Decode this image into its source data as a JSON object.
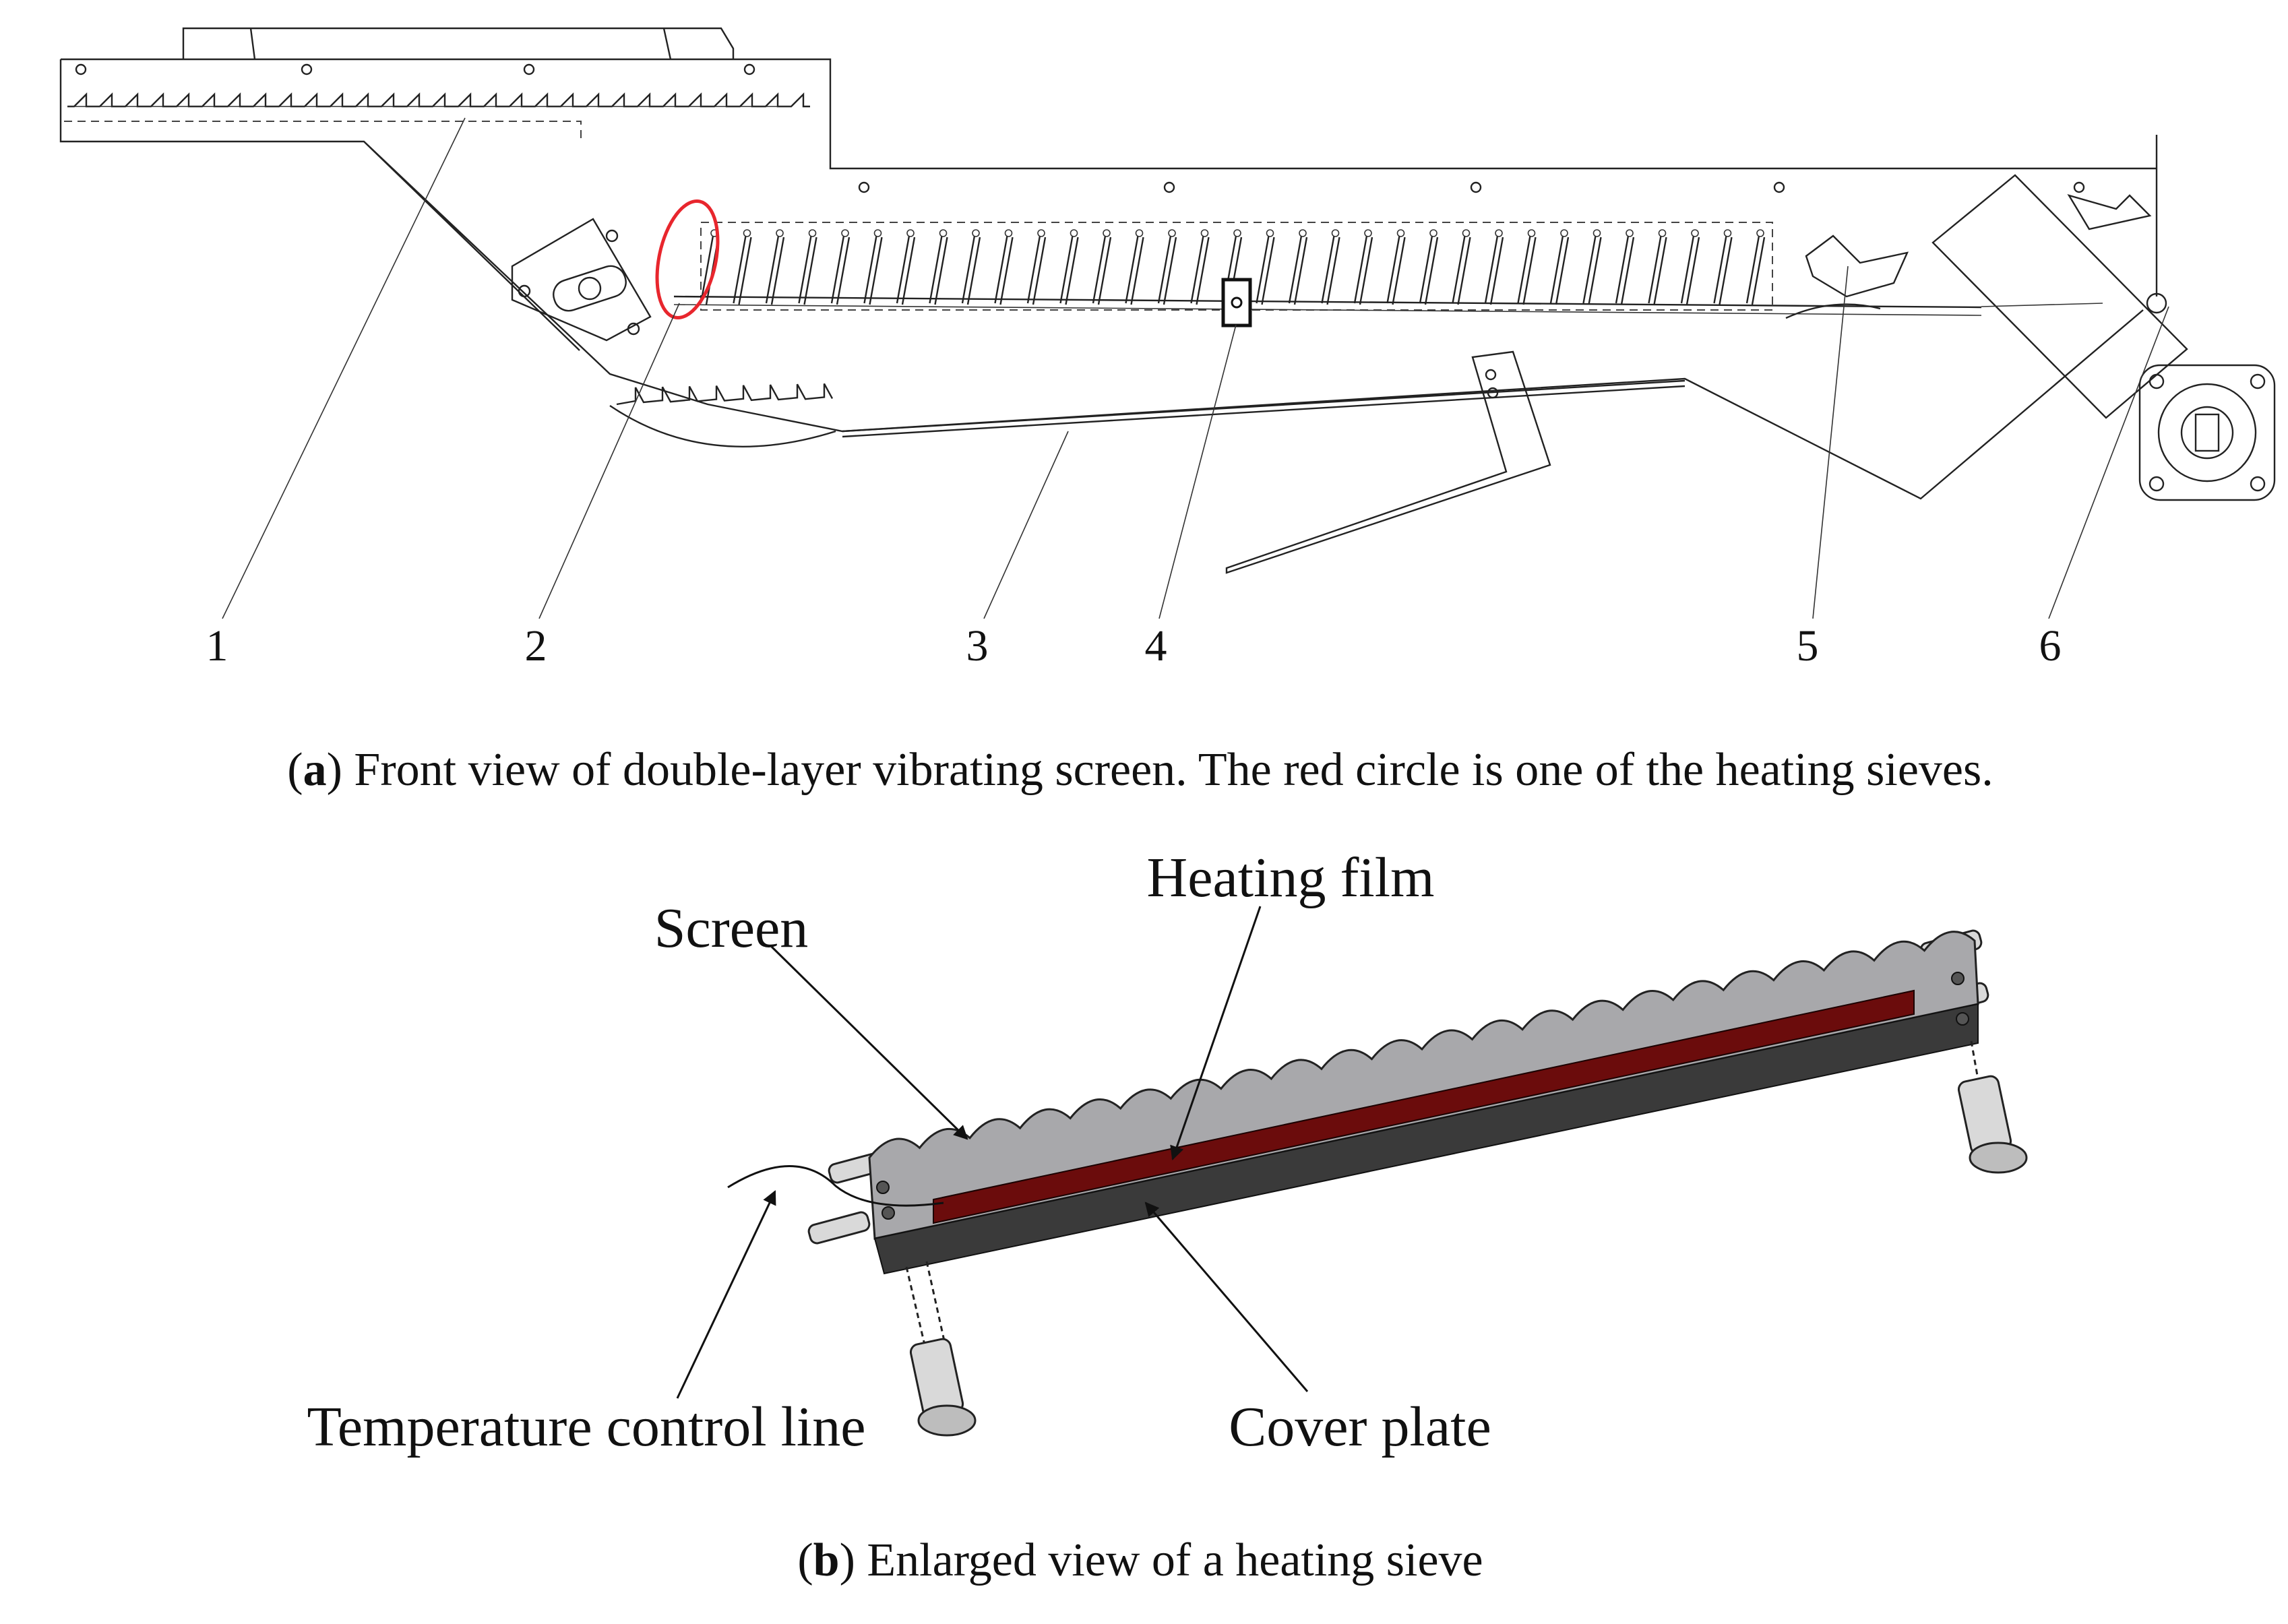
{
  "colors": {
    "highlight_circle": "#e8262d",
    "heating_film": "#6b0c0c",
    "cover_plate": "#3a3a3a",
    "screen_body": "#a8a8ab",
    "line": "#222222"
  },
  "panel_a": {
    "part_numbers": [
      "1",
      "2",
      "3",
      "4",
      "5",
      "6"
    ],
    "caption_letter": "a",
    "caption_text": "Front view of double-layer vibrating screen. The red circle is one of the heating sieves."
  },
  "panel_b": {
    "labels": {
      "screen": "Screen",
      "heating_film": "Heating film",
      "temperature_control_line": "Temperature control line",
      "cover_plate": "Cover plate"
    },
    "caption_letter": "b",
    "caption_text": "Enlarged view of a heating sieve"
  }
}
